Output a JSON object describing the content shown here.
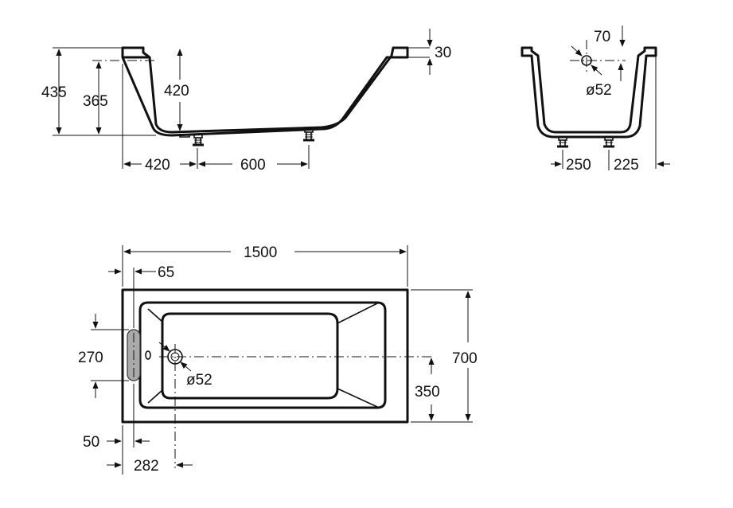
{
  "side_view": {
    "dim_total_height": "435",
    "dim_inner_height": "365",
    "dim_depth": "420",
    "dim_rim": "30",
    "dim_drain_offset": "420",
    "dim_feet_spacing": "600"
  },
  "end_view": {
    "dim_drain_top": "70",
    "dim_drain_diameter": "ø52",
    "dim_feet_spacing": "250",
    "dim_feet_edge": "225"
  },
  "top_view": {
    "dim_length": "1500",
    "dim_width": "700",
    "dim_overflow_offset": "65",
    "dim_overflow_height": "270",
    "dim_drain_center_y": "350",
    "dim_drain_diameter": "ø52",
    "dim_edge": "50",
    "dim_drain_center_x": "282"
  }
}
